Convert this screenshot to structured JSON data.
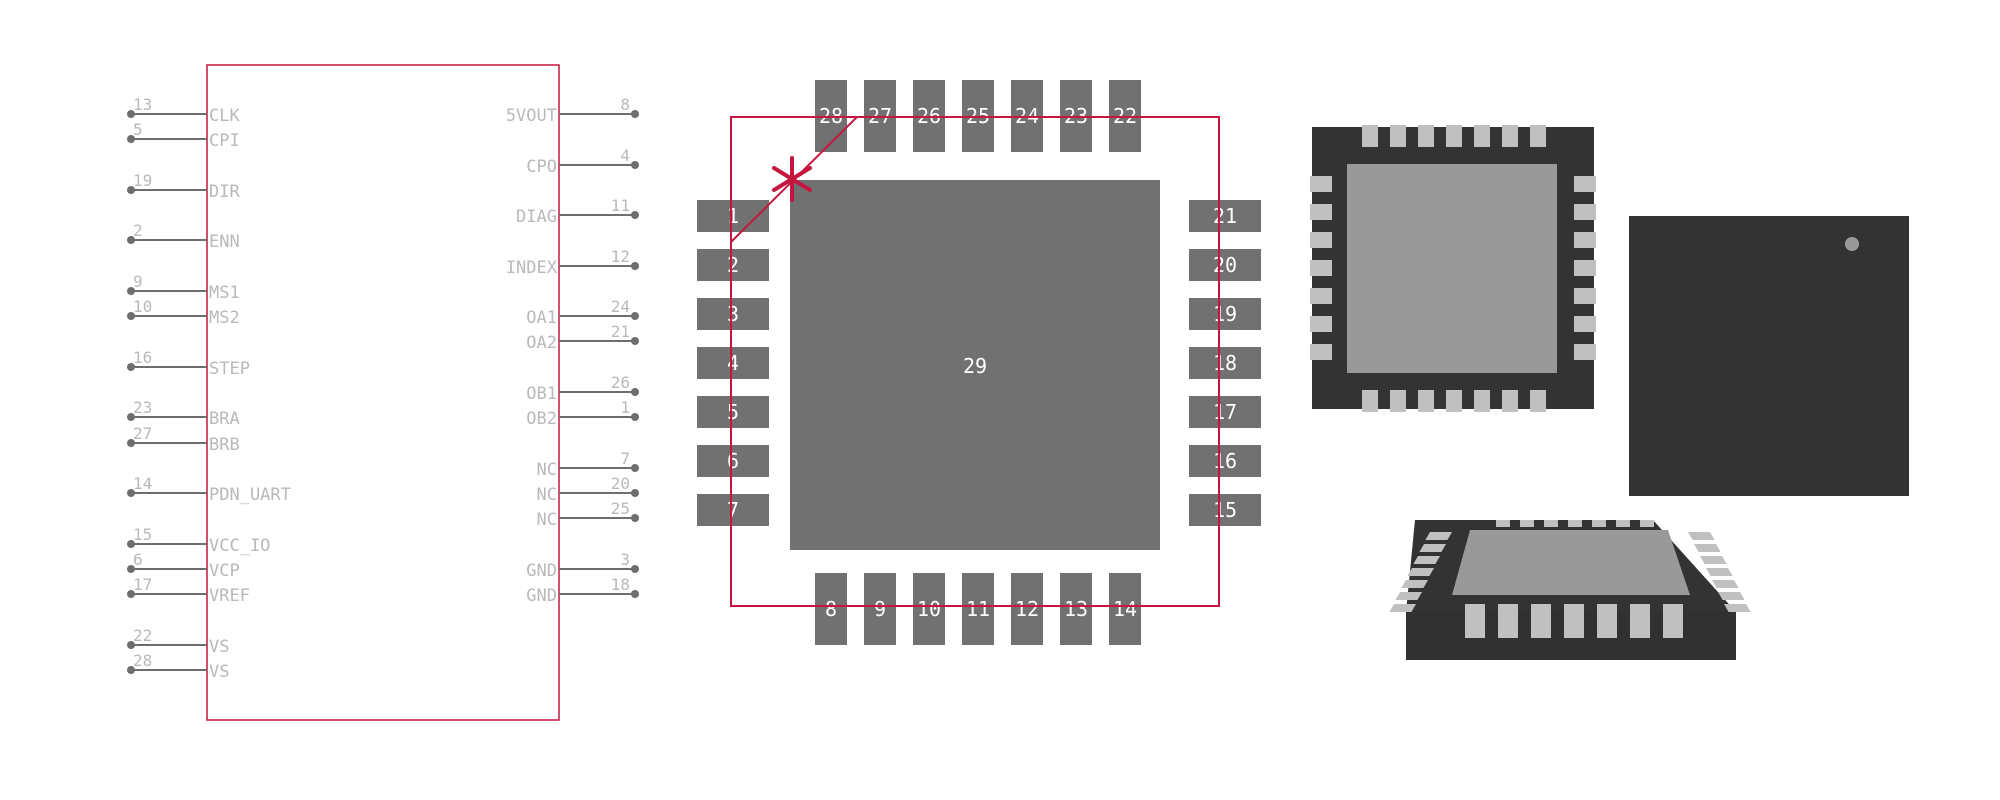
{
  "colors": {
    "background": "#ffffff",
    "outline": "#c4163e",
    "pin": "#6e6e6e",
    "pin_text": "#b9b9b9",
    "pad": "#717171",
    "pad_text": "#ffffff",
    "body_dark": "#333333",
    "body_light": "#999999",
    "lead": "#c0c0c0"
  },
  "symbol": {
    "left_pins": [
      {
        "num": "13",
        "name": "CLK"
      },
      {
        "num": "5",
        "name": "CPI"
      },
      {
        "num": "19",
        "name": "DIR"
      },
      {
        "num": "2",
        "name": "ENN"
      },
      {
        "num": "9",
        "name": "MS1"
      },
      {
        "num": "10",
        "name": "MS2"
      },
      {
        "num": "16",
        "name": "STEP"
      },
      {
        "num": "23",
        "name": "BRA"
      },
      {
        "num": "27",
        "name": "BRB"
      },
      {
        "num": "14",
        "name": "PDN_UART"
      },
      {
        "num": "15",
        "name": "VCC_IO"
      },
      {
        "num": "6",
        "name": "VCP"
      },
      {
        "num": "17",
        "name": "VREF"
      },
      {
        "num": "22",
        "name": "VS"
      },
      {
        "num": "28",
        "name": "VS"
      }
    ],
    "right_pins": [
      {
        "num": "8",
        "name": "5VOUT"
      },
      {
        "num": "4",
        "name": "CPO"
      },
      {
        "num": "11",
        "name": "DIAG"
      },
      {
        "num": "12",
        "name": "INDEX"
      },
      {
        "num": "24",
        "name": "OA1"
      },
      {
        "num": "21",
        "name": "OA2"
      },
      {
        "num": "26",
        "name": "OB1"
      },
      {
        "num": "1",
        "name": "OB2"
      },
      {
        "num": "7",
        "name": "NC"
      },
      {
        "num": "20",
        "name": "NC"
      },
      {
        "num": "25",
        "name": "NC"
      },
      {
        "num": "3",
        "name": "GND"
      },
      {
        "num": "18",
        "name": "GND"
      }
    ]
  },
  "footprint": {
    "top_pads": [
      "28",
      "27",
      "26",
      "25",
      "24",
      "23",
      "22"
    ],
    "left_pads": [
      "1",
      "2",
      "3",
      "4",
      "5",
      "6",
      "7"
    ],
    "right_pads": [
      "21",
      "20",
      "19",
      "18",
      "17",
      "16",
      "15"
    ],
    "bottom_pads": [
      "8",
      "9",
      "10",
      "11",
      "12",
      "13",
      "14"
    ],
    "center_pad": "29"
  }
}
